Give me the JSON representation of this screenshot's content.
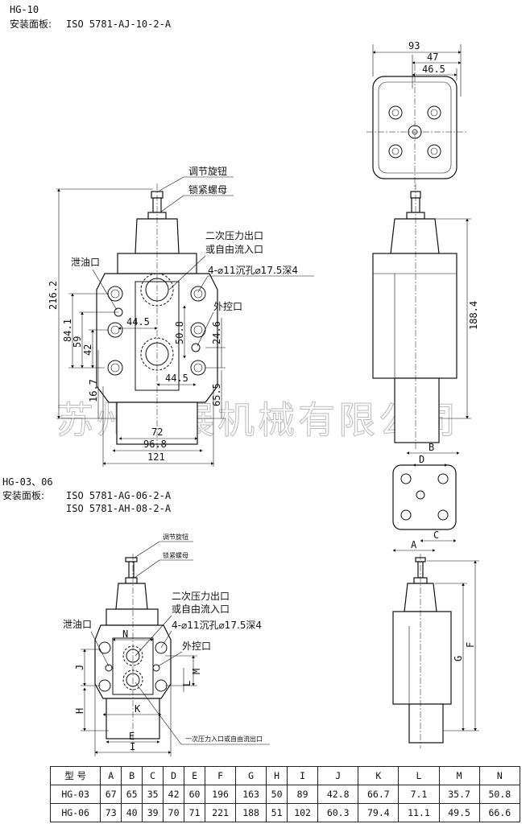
{
  "hg10": {
    "model": "HG-10",
    "mount_label": "安装面板:",
    "mount_std": "ISO 5781-AJ-10-2-A",
    "labels": {
      "knob": "调节旋钮",
      "locknut": "锁紧螺母",
      "secondary_1": "二次压力出口",
      "secondary_2": "或自由流入口",
      "drain": "泄油口",
      "holes": "4-⌀11沉孔⌀17.5深4",
      "ext_pilot": "外控口"
    },
    "dims": {
      "top_93": "93",
      "top_47": "47",
      "top_46_5": "46.5",
      "h216_2": "216.2",
      "h84_1": "84.1",
      "h59": "59",
      "h42": "42",
      "h16_7": "16.7",
      "w44_5a": "44.5",
      "w44_5b": "44.5",
      "v50_8": "50.8",
      "v24_6": "24.6",
      "v65_5": "65.5",
      "w72": "72",
      "w96_8": "96.8",
      "w121": "121",
      "h188_4": "188.4"
    }
  },
  "hg03": {
    "model": "HG-03、06",
    "mount_label": "安装面板:",
    "mount_std_1": "ISO 5781-AG-06-2-A",
    "mount_std_2": "ISO 5781-AH-08-2-A",
    "labels": {
      "knob": "调节旋钮",
      "locknut": "锁紧螺母",
      "secondary_1": "二次压力出口",
      "secondary_2": "或自由流入口",
      "drain": "泄油口",
      "holes": "4-⌀11沉孔⌀17.5深4",
      "ext_pilot": "外控口",
      "primary": "一次压力入口或自由流出口"
    },
    "dims": {
      "A": "A",
      "B": "B",
      "C": "C",
      "D": "D",
      "E": "E",
      "F": "F",
      "G": "G",
      "H": "H",
      "I": "I",
      "J": "J",
      "K": "K",
      "L": "L",
      "M": "M",
      "N": "N"
    }
  },
  "watermark": "苏州旭展机械有限公司",
  "table": {
    "headers": [
      "型 号",
      "A",
      "B",
      "C",
      "D",
      "E",
      "F",
      "G",
      "H",
      "I",
      "J",
      "K",
      "L",
      "M",
      "N"
    ],
    "rows": [
      [
        "HG-03",
        "67",
        "65",
        "35",
        "42",
        "60",
        "196",
        "163",
        "50",
        "89",
        "42.8",
        "66.7",
        "7.1",
        "35.7",
        "50.8"
      ],
      [
        "HG-06",
        "73",
        "40",
        "39",
        "70",
        "71",
        "221",
        "188",
        "51",
        "102",
        "60.3",
        "79.4",
        "11.1",
        "49.5",
        "66.6"
      ]
    ]
  }
}
